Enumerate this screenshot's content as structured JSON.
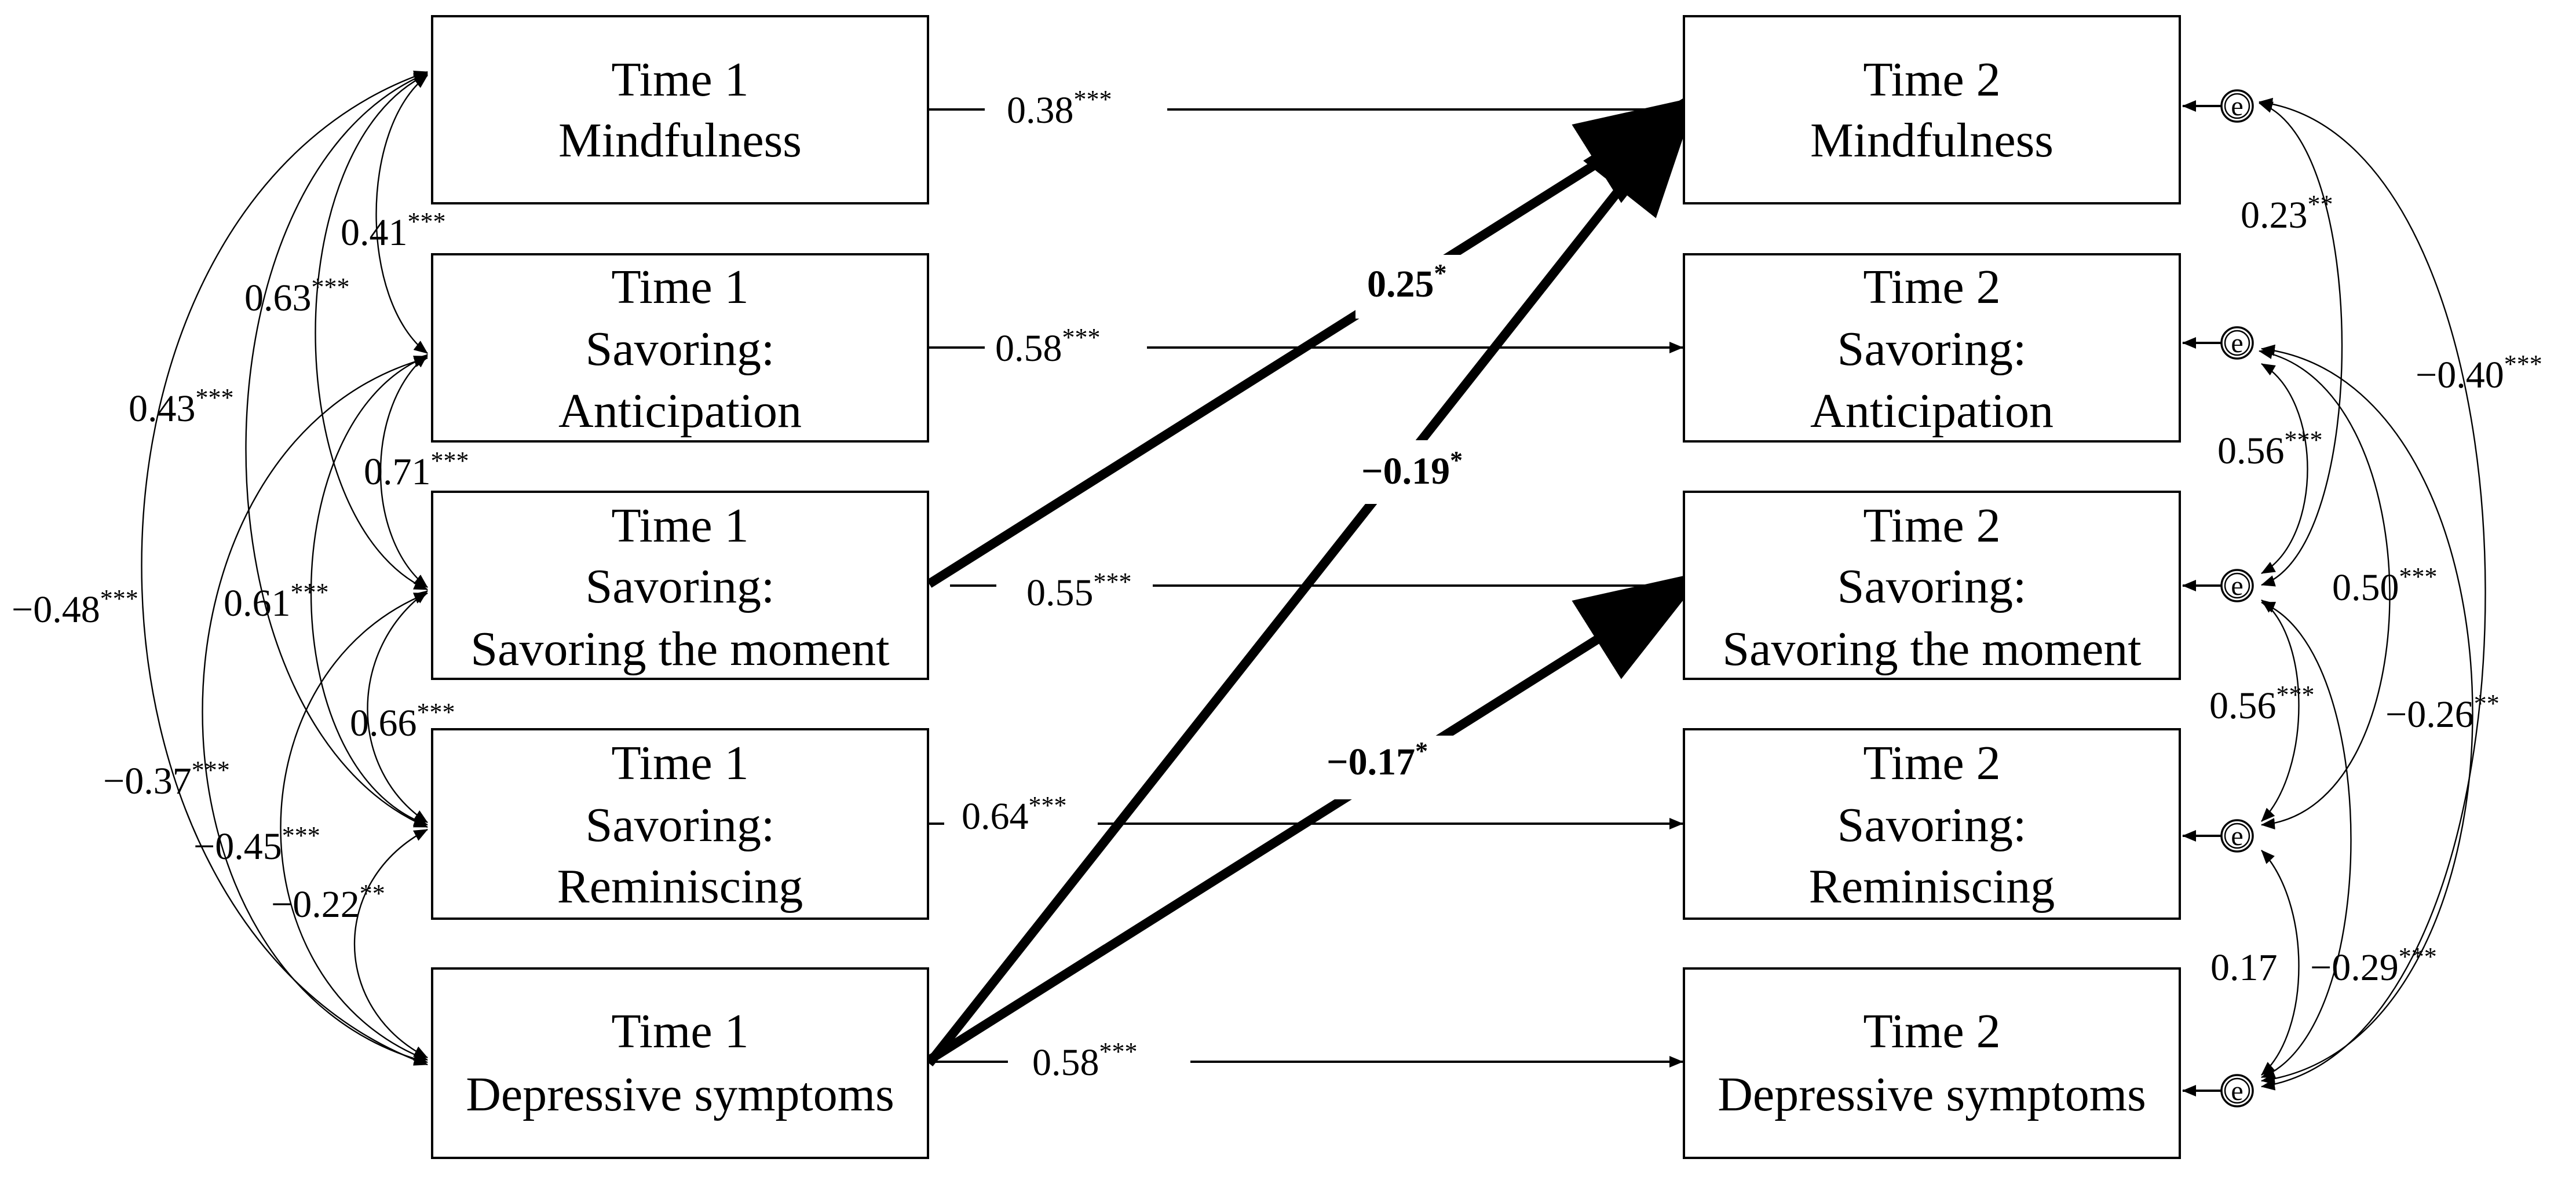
{
  "time1_boxes": [
    {
      "line1": "Time 1",
      "line2": "Mindfulness",
      "line3": ""
    },
    {
      "line1": "Time 1",
      "line2": "Savoring:",
      "line3": "Anticipation"
    },
    {
      "line1": "Time 1",
      "line2": "Savoring:",
      "line3": "Savoring the moment"
    },
    {
      "line1": "Time 1",
      "line2": "Savoring:",
      "line3": "Reminiscing"
    },
    {
      "line1": "Time 1",
      "line2": "Depressive symptoms",
      "line3": ""
    }
  ],
  "time2_boxes": [
    {
      "line1": "Time 2",
      "line2": "Mindfulness",
      "line3": ""
    },
    {
      "line1": "Time 2",
      "line2": "Savoring:",
      "line3": "Anticipation"
    },
    {
      "line1": "Time 2",
      "line2": "Savoring:",
      "line3": "Savoring the moment"
    },
    {
      "line1": "Time 2",
      "line2": "Savoring:",
      "line3": "Reminiscing"
    },
    {
      "line1": "Time 2",
      "line2": "Depressive symptoms",
      "line3": ""
    }
  ],
  "error_label": "e",
  "autoregressive_paths": [
    {
      "value": "0.38",
      "sig": "***"
    },
    {
      "value": "0.58",
      "sig": "***"
    },
    {
      "value": "0.55",
      "sig": "***"
    },
    {
      "value": "0.64",
      "sig": "***"
    },
    {
      "value": "0.58",
      "sig": "***"
    }
  ],
  "cross_lagged_paths": [
    {
      "from": "Time 1 Savoring the moment",
      "to": "Time 2 Mindfulness",
      "value": "0.25",
      "sig": "*"
    },
    {
      "from": "Time 1 Depressive symptoms",
      "to": "Time 2 Mindfulness",
      "value": "−0.19",
      "sig": "*"
    },
    {
      "from": "Time 1 Depressive symptoms",
      "to": "Time 2 Savoring the moment",
      "value": "−0.17",
      "sig": "*"
    }
  ],
  "time1_correlations": [
    {
      "pair": "Mindfulness-Anticipation",
      "value": "0.41",
      "sig": "***"
    },
    {
      "pair": "Mindfulness-Savoring the moment",
      "value": "0.63",
      "sig": "***"
    },
    {
      "pair": "Mindfulness-Reminiscing",
      "value": "0.43",
      "sig": "***"
    },
    {
      "pair": "Anticipation-Savoring the moment",
      "value": "0.71",
      "sig": "***"
    },
    {
      "pair": "Anticipation-Reminiscing",
      "value": "0.61",
      "sig": "***"
    },
    {
      "pair": "Savoring the moment-Reminiscing",
      "value": "0.66",
      "sig": "***"
    },
    {
      "pair": "Mindfulness-Depressive symptoms",
      "value": "−0.48",
      "sig": "***"
    },
    {
      "pair": "Anticipation-Depressive symptoms",
      "value": "−0.37",
      "sig": "***"
    },
    {
      "pair": "Savoring the moment-Depressive symptoms",
      "value": "−0.45",
      "sig": "***"
    },
    {
      "pair": "Reminiscing-Depressive symptoms",
      "value": "−0.22",
      "sig": "**"
    }
  ],
  "time2_residual_correlations": [
    {
      "pair": "Mindfulness-Savoring the moment",
      "value": "0.23",
      "sig": "**"
    },
    {
      "pair": "Mindfulness-Depressive symptoms",
      "value": "−0.40",
      "sig": "***"
    },
    {
      "pair": "Anticipation-Savoring the moment",
      "value": "0.56",
      "sig": "***"
    },
    {
      "pair": "Anticipation-Reminiscing",
      "value": "0.50",
      "sig": "***"
    },
    {
      "pair": "Savoring the moment-Reminiscing",
      "value": "0.56",
      "sig": "***"
    },
    {
      "pair": "Anticipation-Depressive symptoms",
      "value": "−0.26",
      "sig": "**"
    },
    {
      "pair": "Reminiscing-Depressive symptoms",
      "value": "0.17",
      "sig": ""
    },
    {
      "pair": "Savoring the moment-Depressive symptoms",
      "value": "−0.29",
      "sig": "***"
    }
  ]
}
